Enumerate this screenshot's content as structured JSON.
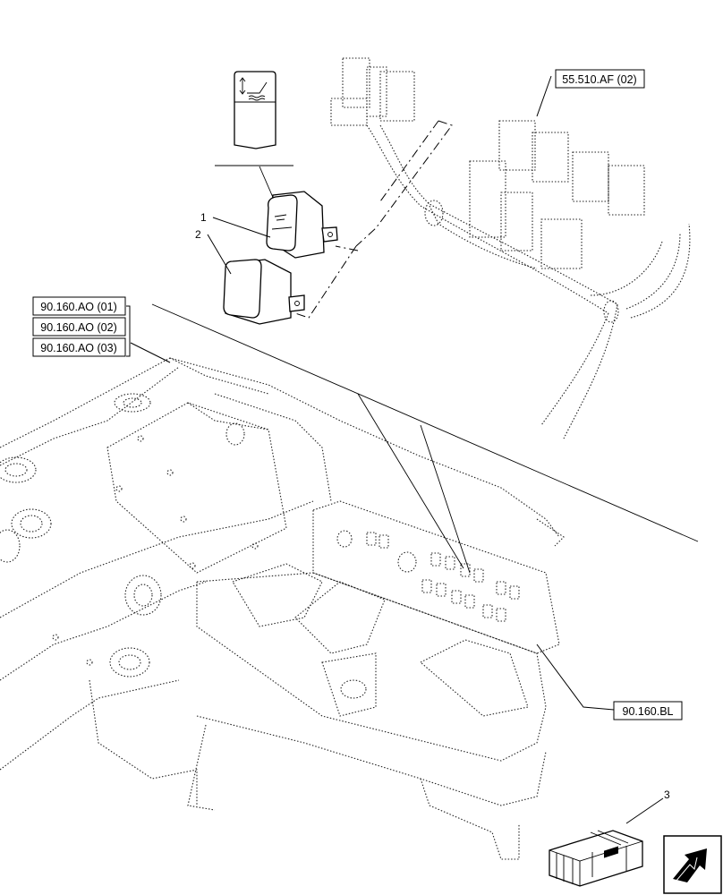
{
  "references": {
    "top_connector": "55.510.AF (02)",
    "left_group": [
      "90.160.AO (01)",
      "90.160.AO (02)",
      "90.160.AO (03)"
    ],
    "console": "90.160.BL"
  },
  "callouts": [
    "1",
    "2",
    "3"
  ],
  "icons": {
    "switch_symbol": "hydraulic-float-icon",
    "navigation": "return-arrow-icon"
  }
}
